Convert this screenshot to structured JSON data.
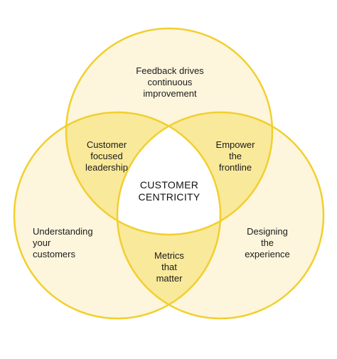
{
  "diagram": {
    "colors": {
      "stroke": "#f2cf2e",
      "single_fill": "#fdf6dd",
      "pair_fill": "#f9e99b",
      "center_fill": "#ffffff",
      "text": "#1a1a1a"
    },
    "circles": {
      "top": {
        "text": "Feedback drives\ncontinuous\nimprovement"
      },
      "left": {
        "text": "Understanding\nyour\ncustomers"
      },
      "right": {
        "text": "Designing\nthe\nexperience"
      }
    },
    "overlaps": {
      "top_left": {
        "text": "Customer\nfocused\nleadership"
      },
      "top_right": {
        "text": "Empower\nthe\nfrontline"
      },
      "bottom": {
        "text": "Metrics\nthat\nmatter"
      }
    },
    "center": {
      "text": "CUSTOMER\nCENTRICITY"
    }
  }
}
